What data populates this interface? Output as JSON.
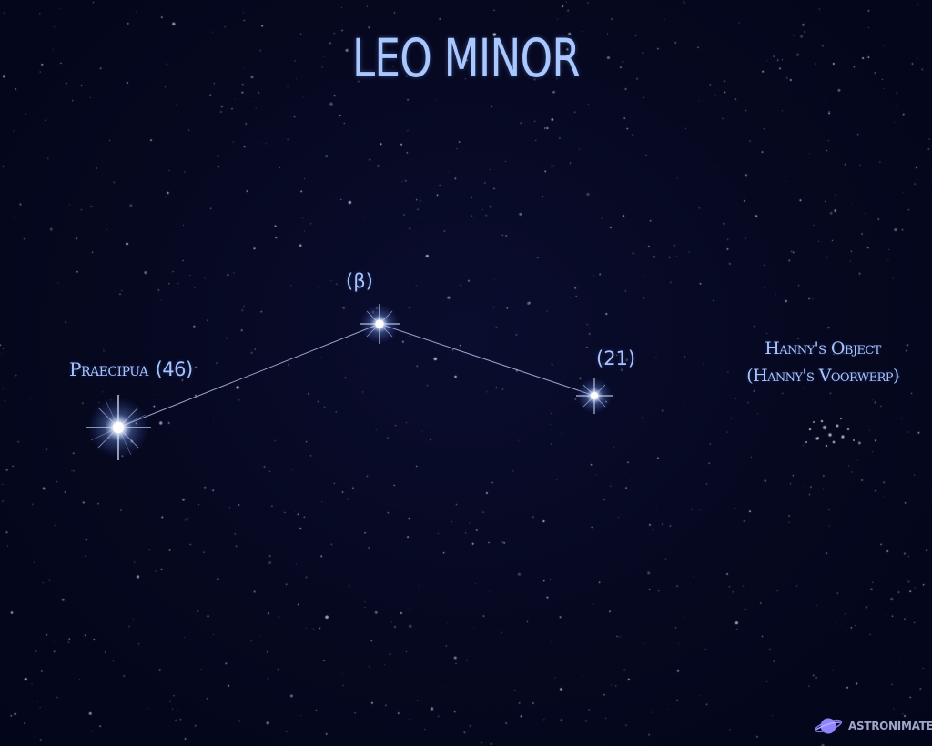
{
  "title": "LEO MINOR",
  "stars": [
    {
      "id": "praecipua",
      "label": "Praecipua",
      "number": "(46)"
    },
    {
      "id": "beta",
      "label": "(β)"
    },
    {
      "id": "twenty-one",
      "label": "(21)"
    }
  ],
  "object": {
    "name": "Hanny's Object",
    "alt_name": "(Hanny's Voorwerp)"
  },
  "brand": {
    "name": "ASTRONIMATE",
    "icon": "planet-icon"
  },
  "colors": {
    "background": "#05071c",
    "label": "#a7c4ff",
    "title": "#a9c8ff",
    "line": "#c8d4ff",
    "brand_planet": "#8f86ff"
  }
}
